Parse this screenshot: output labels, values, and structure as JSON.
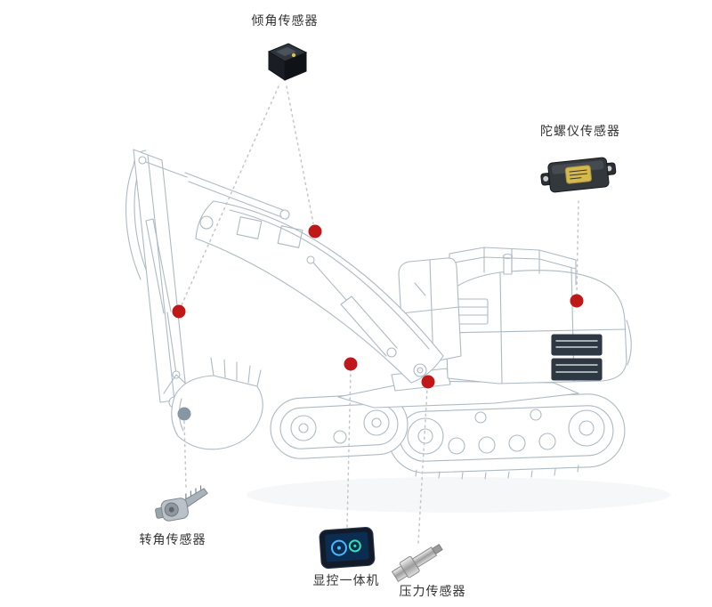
{
  "diagram_title": "excavator-sensor-layout",
  "sensors": {
    "tilt": {
      "label": "倾角传感器"
    },
    "gyro": {
      "label": "陀螺仪传感器"
    },
    "rotation": {
      "label": "转角传感器"
    },
    "display": {
      "label": "显控一体机"
    },
    "pressure": {
      "label": "压力传感器"
    }
  },
  "colors": {
    "marker_red": "#c01818",
    "marker_gray": "#8796a3",
    "connector": "#c6c6c6",
    "wireframe": "#adbac4",
    "label_text": "#333333"
  }
}
